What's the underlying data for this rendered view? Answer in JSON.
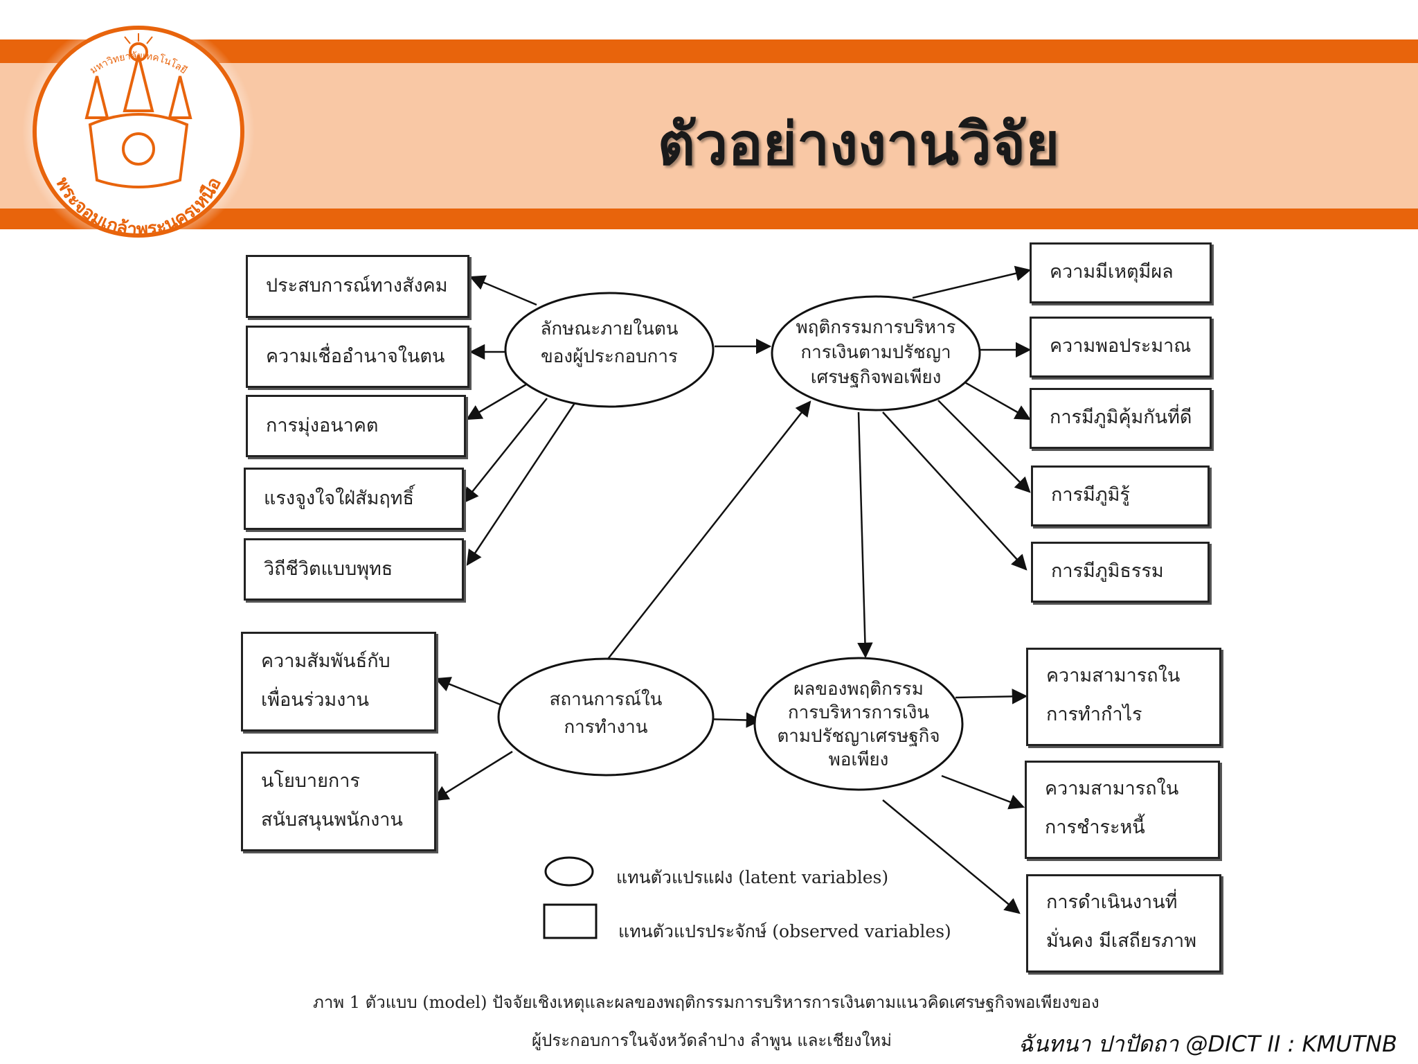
{
  "slide": {
    "title": "ตัวอย่างงานวิจัย",
    "footer": "ฉันทนา ปาปัดถา @DICT II : KMUTNB"
  },
  "logo": {
    "icon": "university-seal-icon",
    "top_text": "มหาวิทยาลัยเทคโนโลยี",
    "bottom_text": "พระจอมเกล้าพระนครเหนือ"
  },
  "colors": {
    "band": "#e8640c",
    "band_light": "#f9c8a5"
  },
  "diagram": {
    "latent": {
      "internal": [
        "ลักษณะภายในตน",
        "ของผู้ประกอบการ"
      ],
      "behavior": [
        "พฤติกรรมการบริหาร",
        "การเงินตามปรัชญา",
        "เศรษฐกิจพอเพียง"
      ],
      "situation": [
        "สถานการณ์ใน",
        "การทำงาน"
      ],
      "result": [
        "ผลของพฤติกรรม",
        "การบริหารการเงิน",
        "ตามปรัชญาเศรษฐกิจ",
        "พอเพียง"
      ]
    },
    "observed": {
      "social_experience": "ประสบการณ์ทางสังคม",
      "locus_of_control": "ความเชื่ออำนาจในตน",
      "future_orientation": "การมุ่งอนาคต",
      "achievement": "แรงจูงใจใฝ่สัมฤทธิ์",
      "buddhist_life": "วิถีชีวิตแบบพุทธ",
      "rationality": "ความมีเหตุมีผล",
      "moderation": "ความพอประมาณ",
      "immunity": "การมีภูมิคุ้มกันที่ดี",
      "knowledge": "การมีภูมิรู้",
      "morality": "การมีภูมิธรรม",
      "colleague": [
        "ความสัมพันธ์กับ",
        "เพื่อนร่วมงาน"
      ],
      "support_policy": [
        "นโยบายการ",
        "สนับสนุนพนักงาน"
      ],
      "profitability": [
        "ความสามารถใน",
        "การทำกำไร"
      ],
      "debt_payment": [
        "ความสามารถใน",
        "การชำระหนี้"
      ],
      "stability": [
        "การดำเนินงานที่",
        "มั่นคง มีเสถียรภาพ"
      ]
    },
    "legend": {
      "latent": "แทนตัวแปรแฝง (latent variables)",
      "observed": "แทนตัวแปรประจักษ์ (observed variables)"
    },
    "caption": [
      "ภาพ 1 ตัวแบบ (model) ปัจจัยเชิงเหตุและผลของพฤติกรรมการบริหารการเงินตามแนวคิดเศรษฐกิจพอเพียงของ",
      "ผู้ประกอบการในจังหวัดลำปาง ลำพูน และเชียงใหม่"
    ]
  }
}
